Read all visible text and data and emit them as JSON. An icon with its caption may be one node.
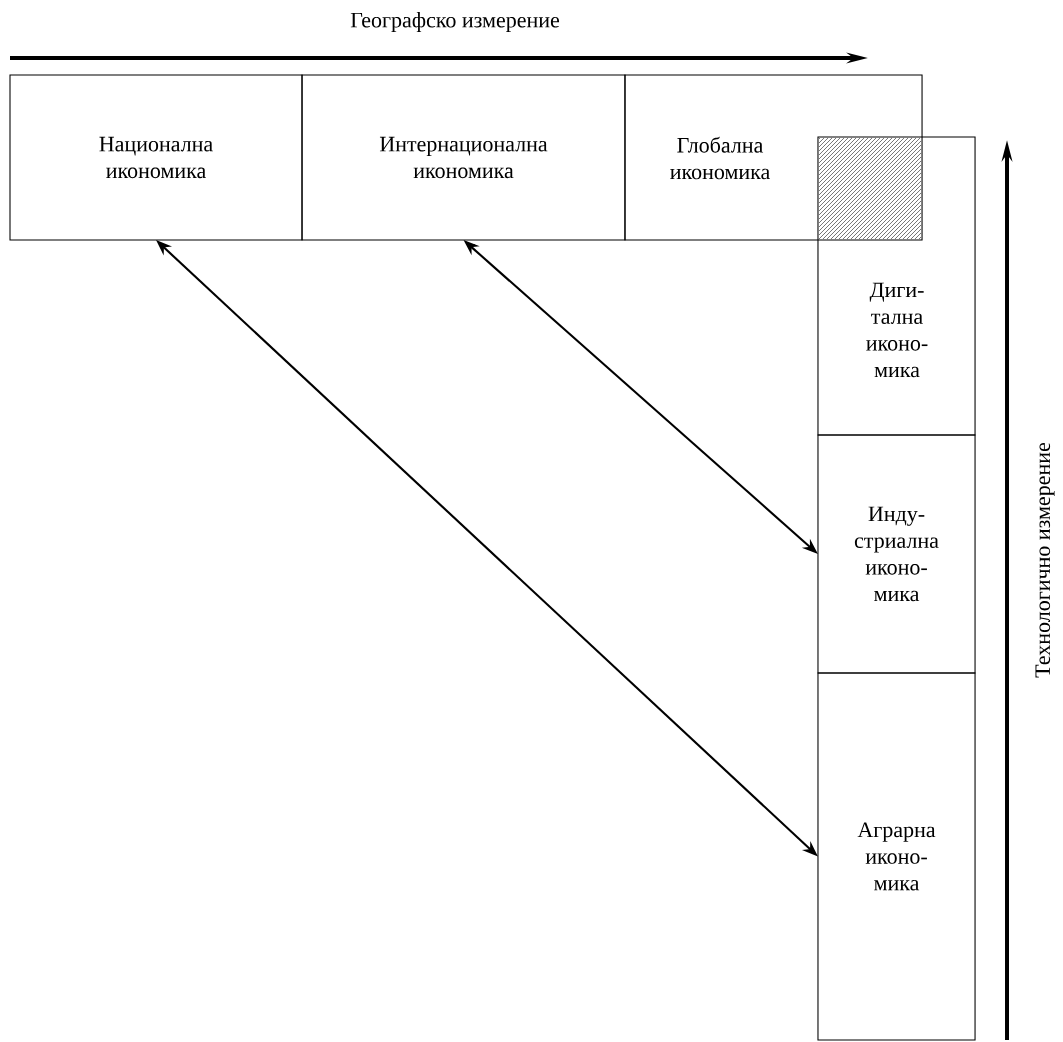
{
  "diagram": {
    "nodes": [
      {
        "text": [
          "Национална икономика"
        ]
      },
      {
        "text": [
          "Интернационална икономика"
        ]
      },
      {
        "text": [
          "Глобална икономика"
        ]
      },
      {
        "text": [
          "Диги-тална иконо-мика"
        ]
      },
      {
        "text": [
          "Инду-стриална иконо-мика"
        ]
      },
      {
        "text": [
          "Аграрна иконо-мика"
        ]
      }
    ],
    "edges": [
      {
        "from": 0,
        "to": 5,
        "arrow": "both"
      },
      {
        "from": 1,
        "to": 4,
        "arrow": "both"
      }
    ],
    "labels": [
      "Географско измерение",
      "Технологично измерение"
    ]
  }
}
